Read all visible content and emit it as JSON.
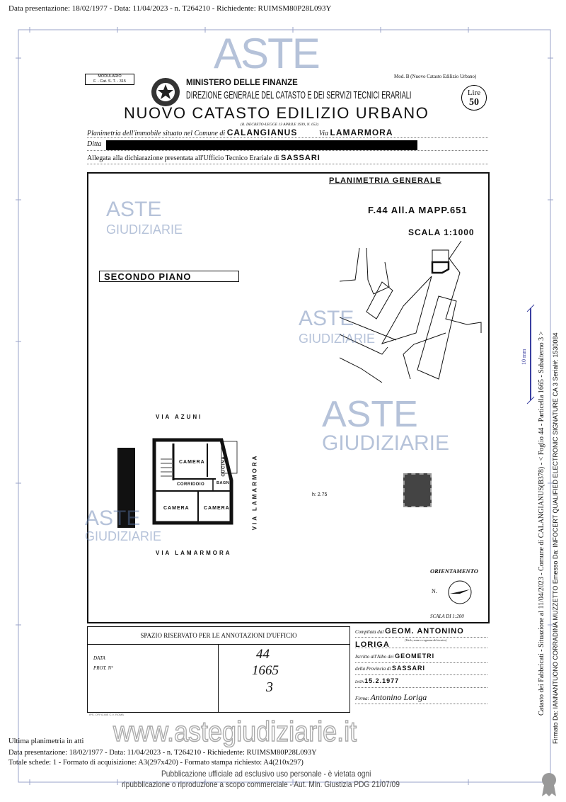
{
  "top_header": "Data presentazione: 18/02/1977 - Data: 11/04/2023 - n. T264210 - Richiedente: RUIMSM80P28L093Y",
  "form": {
    "modulario": [
      "MODULARIO",
      "F. - Cat. S. T. - 315"
    ],
    "ministry": "MINISTERO DELLE FINANZE",
    "direction": "DIREZIONE GENERALE DEL CATASTO E DEI SERVIZI TECNICI ERARIALI",
    "model": "Mod. B (Nuovo Catasto Edilizio Urbano)",
    "stamp_lire": "Lire",
    "stamp_value": "50",
    "title": "NUOVO CATASTO EDILIZIO URBANO",
    "decree": "(R. DECRETO-LEGGE 13 APRILE 1939, N. 652)",
    "comune_label": "Planimetria dell'immobile situato nel Comune di",
    "comune_value": "CALANGIANUS",
    "via_label": "Via",
    "via_value": "LAMARMORA",
    "ditta_label": "Ditta",
    "allegata_label": "Allegata alla dichiarazione presentata all'Ufficio Tecnico Erariale di",
    "allegata_value": "SASSARI"
  },
  "drawing": {
    "general_title": "PLANIMETRIA GENERALE",
    "sheet_ref": "F.44 All.A MAPP.651",
    "general_scale": "SCALA 1:1000",
    "floor_label": "SECONDO PIANO",
    "street_top": "VIA AZUNI",
    "street_bottom": "VIA LAMARMORA",
    "street_right": "VIA LAMARMORA",
    "rooms": [
      "CAMERA",
      "CUCINA",
      "CORRIDOIO",
      "BAGNO",
      "CAMERA",
      "CAMERA"
    ],
    "height": "h: 2.75",
    "orientation_label": "ORIENTAMENTO",
    "north": "N.",
    "scale": "SCALA DI 1:200"
  },
  "annotations": {
    "title": "SPAZIO RISERVATO PER LE ANNOTAZIONI D'UFFICIO",
    "data_label": "DATA",
    "prot_label": "PROT. N°",
    "foglio": "44",
    "particella": "1665",
    "subalterno": "3",
    "printer": "IPS. OFFICINE C.V. ROMA"
  },
  "compiler": {
    "compilata_label": "Compilata dal",
    "name_line1": "GEOM. ANTONINO",
    "name_line2": "LORIGA",
    "name_hint": "(Titolo, nome e cognome del tecnico)",
    "albo_label": "Iscritto all'Albo dei",
    "albo_value": "GEOMETRI",
    "provincia_label": "della Provincia di",
    "provincia_value": "SASSARI",
    "data_label": "DATA",
    "data_value": "15.2.1977",
    "firma_label": "Firma:",
    "firma_value": "Antonino Loriga"
  },
  "footer": {
    "last": "Ultima planimetria in atti",
    "line1": "Data presentazione: 18/02/1977 - Data: 11/04/2023 - n. T264210 - Richiedente: RUIMSM80P28L093Y",
    "line2": "Totale schede: 1 - Formato di acquisizione: A3(297x420) - Formato stampa richiesto: A4(210x297)"
  },
  "side": {
    "line1": "Catasto dei Fabbricati - Situazione al 11/04/2023 - Comune di CALANGIANUS(B378) - < Foglio 44 - Particella 1665 - Subalterno 3 >",
    "line2": "Firmato Da: IANNANTUONO CORRADINA MUZZETTO Emesso Da: INFOCERT QUALIFIED ELECTRONIC SIGNATURE CA 3 Serial#: 1530084",
    "ruler": "10 mm"
  },
  "watermark": {
    "brand_top": "ASTE",
    "brand_bottom": "GIUDIZIARIE",
    "url": "www.astegiudiziarie.it",
    "notice1": "Pubblicazione ufficiale ad esclusivo uso personale - è vietata ogni",
    "notice2": "ripubblicazione o riproduzione a scopo commerciale - Aut. Min. Giustizia PDG 21/07/09"
  },
  "colors": {
    "frame": "#9aa3c8",
    "ruler": "#3a3fa0",
    "watermark": "#5a78aa"
  }
}
